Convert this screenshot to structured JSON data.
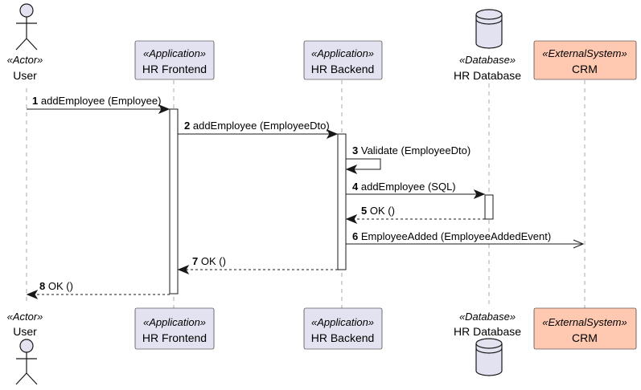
{
  "participants": {
    "user": {
      "stereotype": "«Actor»",
      "name": "User"
    },
    "frontend": {
      "stereotype": "«Application»",
      "name": "HR Frontend"
    },
    "backend": {
      "stereotype": "«Application»",
      "name": "HR Backend"
    },
    "database": {
      "stereotype": "«Database»",
      "name": "HR Database"
    },
    "crm": {
      "stereotype": "«ExternalSystem»",
      "name": "CRM"
    }
  },
  "messages": [
    {
      "num": "1",
      "label": "addEmployee (Employee)"
    },
    {
      "num": "2",
      "label": "addEmployee (EmployeeDto)"
    },
    {
      "num": "3",
      "label": "Validate (EmployeeDto)"
    },
    {
      "num": "4",
      "label": "addEmployee (SQL)"
    },
    {
      "num": "5",
      "label": "OK ()"
    },
    {
      "num": "6",
      "label": "EmployeeAdded (EmployeeAddedEvent)"
    },
    {
      "num": "7",
      "label": "OK ()"
    },
    {
      "num": "8",
      "label": "OK ()"
    }
  ],
  "colors": {
    "participant_fill": "#e2e2f0",
    "external_fill": "#ffc8b0",
    "line": "#181818",
    "lifeline": "#a8a8a8"
  }
}
